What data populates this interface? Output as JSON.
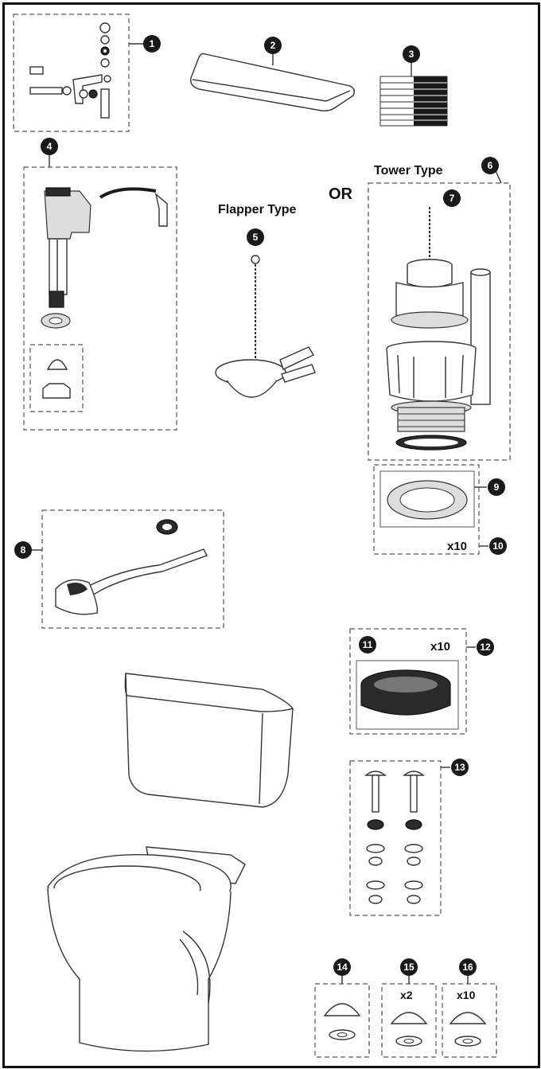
{
  "labels": {
    "tower_type": "Tower Type",
    "flapper_type": "Flapper Type",
    "or": "OR",
    "qty_10_a": "x10",
    "qty_10_b": "x10",
    "qty_2": "x2",
    "qty_10_c": "x10"
  },
  "callouts": [
    "1",
    "2",
    "3",
    "4",
    "5",
    "6",
    "7",
    "8",
    "9",
    "10",
    "11",
    "12",
    "13",
    "14",
    "15",
    "16"
  ],
  "colors": {
    "ink": "#1a1a1a",
    "frame": "#111111",
    "box": "#555555"
  }
}
